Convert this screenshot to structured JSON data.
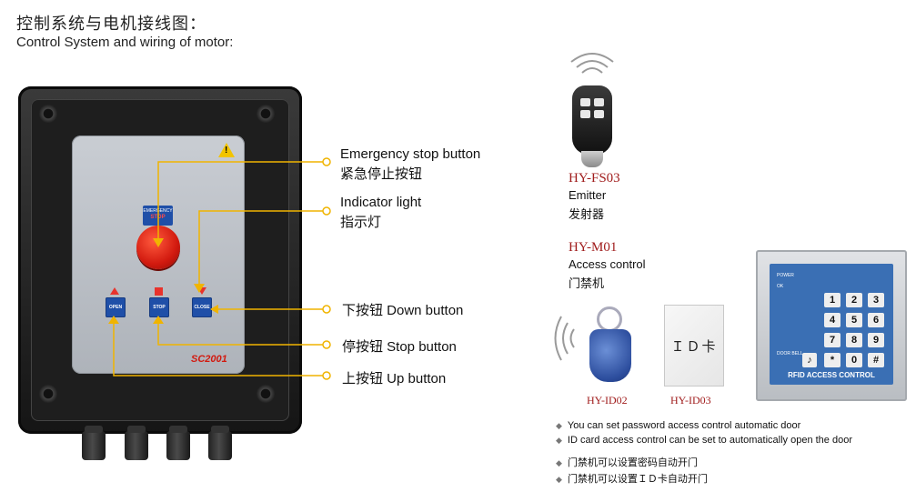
{
  "header": {
    "title_cn": "控制系统与电机接线图：",
    "title_en": "Control System and wiring of motor:"
  },
  "control_box": {
    "estop_label_line1": "EMERGENCY",
    "estop_label_line2": "STOP",
    "open_label": "OPEN",
    "stop_label": "STOP",
    "close_label": "CLOSE",
    "model": "SC2001",
    "warning_glyph": "!"
  },
  "callouts": [
    {
      "en": "Emergency stop button",
      "cn": "紧急停止按钮"
    },
    {
      "en": "Indicator light",
      "cn": "指示灯"
    },
    {
      "text": "下按钮 Down button"
    },
    {
      "text": "停按钮 Stop button"
    },
    {
      "text": "上按钮 Up button"
    }
  ],
  "products": {
    "emitter": {
      "model": "HY-FS03",
      "en": "Emitter",
      "cn": "发射器"
    },
    "access": {
      "model": "HY-M01",
      "en": "Access control",
      "cn": "门禁机"
    },
    "id02": {
      "model": "HY-ID02"
    },
    "id03": {
      "model": "HY-ID03",
      "card_text": "ＩＤ卡"
    }
  },
  "keypad": {
    "power": "POWER",
    "ok": "OK",
    "keys": [
      "1",
      "2",
      "3",
      "4",
      "5",
      "6",
      "7",
      "8",
      "9",
      "*",
      "0",
      "#"
    ],
    "doorbell": "DOOR BELL",
    "title": "RFID ACCESS CONTROL"
  },
  "notes": [
    "You can set password access control automatic door",
    "ID card access control can be set to automatically open the door",
    "门禁机可以设置密码自动开门",
    "门禁机可以设置ＩＤ卡自动开门"
  ],
  "colors": {
    "callout_line": "#f0b400",
    "button_blue": "#1f4fa8",
    "indicator_red": "#e8332c",
    "model_red": "#a01c1c"
  }
}
